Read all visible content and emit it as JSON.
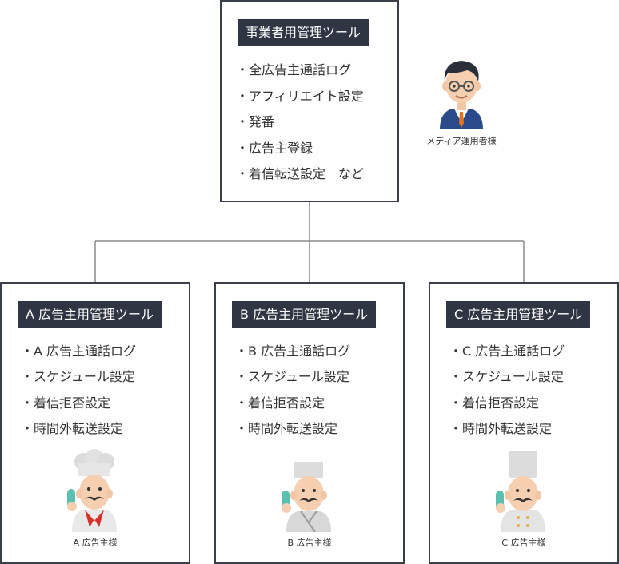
{
  "operator": {
    "title": "事業者用管理ツール",
    "items": [
      "全広告主通話ログ",
      "アフィリエイト設定",
      "発番",
      "広告主登録",
      "着信転送設定　など"
    ],
    "caption": "メディア運用者様"
  },
  "advertisers": [
    {
      "title": "A 広告主用管理ツール",
      "items": [
        "A 広告主通話ログ",
        "スケジュール設定",
        "着信拒否設定",
        "時間外転送設定"
      ],
      "caption": "A 広告主様"
    },
    {
      "title": "B 広告主用管理ツール",
      "items": [
        "B 広告主通話ログ",
        "スケジュール設定",
        "着信拒否設定",
        "時間外転送設定"
      ],
      "caption": "B 広告主様"
    },
    {
      "title": "C 広告主用管理ツール",
      "items": [
        "C 広告主通話ログ",
        "スケジュール設定",
        "着信拒否設定",
        "時間外転送設定"
      ],
      "caption": "C 広告主様"
    }
  ],
  "colors": {
    "border": "#3a3f4b",
    "title_bg": "#2f3542",
    "connector": "#8a8a8a"
  }
}
